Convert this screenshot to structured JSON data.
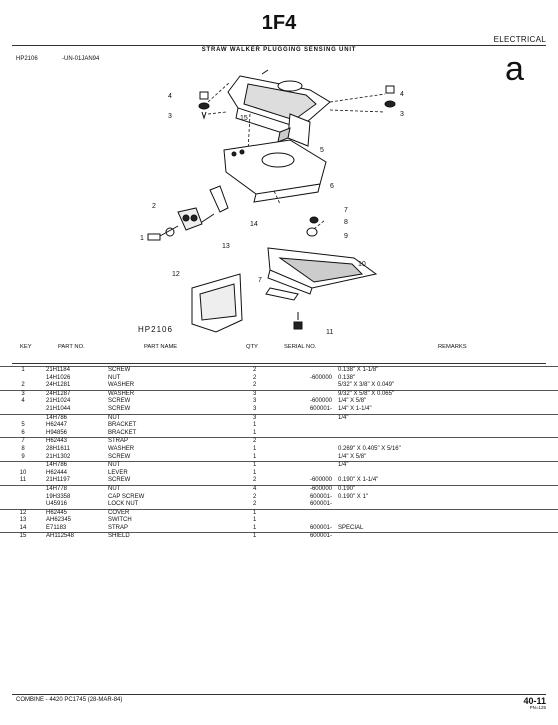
{
  "header": {
    "title": "1F4",
    "section": "ELECTRICAL",
    "subtitle": "STRAW WALKER PLUGGING SENSING UNIT",
    "ref_id": "HP2106",
    "ref_date": "-UN-01JAN94",
    "corner_letter": "a"
  },
  "diagram": {
    "label": "HP2106",
    "callouts": [
      "4",
      "3",
      "15",
      "4",
      "3",
      "5",
      "6",
      "2",
      "1",
      "14",
      "13",
      "7",
      "8",
      "9",
      "10",
      "12",
      "7",
      "11"
    ]
  },
  "columns": {
    "key": "KEY",
    "part_no": "PART NO.",
    "part_name": "PART NAME",
    "qty": "QTY",
    "serial_no": "SERIAL NO.",
    "remarks": "REMARKS"
  },
  "parts": [
    {
      "key": "1",
      "part_no": "21H1184",
      "name": "SCREW",
      "qty": "2",
      "serial": "",
      "remarks": "0.138\" X 1-1/8\"",
      "sep": true
    },
    {
      "key": "",
      "part_no": "14H1026",
      "name": "NUT",
      "qty": "2",
      "serial": "-600000",
      "remarks": "0.138\"",
      "sep": false
    },
    {
      "key": "2",
      "part_no": "24H1281",
      "name": "WASHER",
      "qty": "2",
      "serial": "",
      "remarks": "5/32\" X 3/8\" X 0.049\"",
      "sep": false
    },
    {
      "key": "3",
      "part_no": "24H1287",
      "name": "WASHER",
      "qty": "3",
      "serial": "",
      "remarks": "9/32\" X 5/8\" X 0.065\"",
      "sep": true
    },
    {
      "key": "4",
      "part_no": "21H1024",
      "name": "SCREW",
      "qty": "3",
      "serial": "-600000",
      "remarks": "1/4\" X 5/8\"",
      "sep": false
    },
    {
      "key": "",
      "part_no": "21H1044",
      "name": "SCREW",
      "qty": "3",
      "serial": "600001-",
      "remarks": "1/4\" X 1-1/4\"",
      "sep": false
    },
    {
      "key": "",
      "part_no": "14H786",
      "name": "NUT",
      "qty": "3",
      "serial": "",
      "remarks": "1/4\"",
      "sep": true
    },
    {
      "key": "5",
      "part_no": "H62447",
      "name": "BRACKET",
      "qty": "1",
      "serial": "",
      "remarks": "",
      "sep": false
    },
    {
      "key": "6",
      "part_no": "H94856",
      "name": "BRACKET",
      "qty": "1",
      "serial": "",
      "remarks": "",
      "sep": false
    },
    {
      "key": "7",
      "part_no": "H62443",
      "name": "STRAP",
      "qty": "2",
      "serial": "",
      "remarks": "",
      "sep": true
    },
    {
      "key": "8",
      "part_no": "28H1611",
      "name": "WASHER",
      "qty": "1",
      "serial": "",
      "remarks": "0.269\" X 0.405\" X 5/16\"",
      "sep": false
    },
    {
      "key": "9",
      "part_no": "21H1302",
      "name": "SCREW",
      "qty": "1",
      "serial": "",
      "remarks": "1/4\" X 5/8\"",
      "sep": false
    },
    {
      "key": "",
      "part_no": "14H786",
      "name": "NUT",
      "qty": "1",
      "serial": "",
      "remarks": "1/4\"",
      "sep": true
    },
    {
      "key": "10",
      "part_no": "H62444",
      "name": "LEVER",
      "qty": "1",
      "serial": "",
      "remarks": "",
      "sep": false
    },
    {
      "key": "11",
      "part_no": "21H1197",
      "name": "SCREW",
      "qty": "2",
      "serial": "-600000",
      "remarks": "0.190\" X 1-1/4\"",
      "sep": false
    },
    {
      "key": "",
      "part_no": "14H778",
      "name": "NUT",
      "qty": "4",
      "serial": "-600000",
      "remarks": "0.190\"",
      "sep": true
    },
    {
      "key": "",
      "part_no": "19H3358",
      "name": "CAP SCREW",
      "qty": "2",
      "serial": "600001-",
      "remarks": "0.190\" X 1\"",
      "sep": false
    },
    {
      "key": "",
      "part_no": "U45916",
      "name": "LOCK NUT",
      "qty": "2",
      "serial": "600001-",
      "remarks": "",
      "sep": false
    },
    {
      "key": "12",
      "part_no": "H62445",
      "name": "COVER",
      "qty": "1",
      "serial": "",
      "remarks": "",
      "sep": true
    },
    {
      "key": "13",
      "part_no": "AH62345",
      "name": "SWITCH",
      "qty": "1",
      "serial": "",
      "remarks": "",
      "sep": false
    },
    {
      "key": "14",
      "part_no": "E71183",
      "name": "STRAP",
      "qty": "1",
      "serial": "600001-",
      "remarks": "SPECIAL",
      "sep": false
    },
    {
      "key": "15",
      "part_no": "AH112548",
      "name": "SHIELD",
      "qty": "1",
      "serial": "600001-",
      "remarks": "",
      "sep": true
    }
  ],
  "footer": {
    "left": "COMBINE - 4420  PC1745     (28-MAR-84)",
    "page": "40-11",
    "code": "PN=125"
  }
}
